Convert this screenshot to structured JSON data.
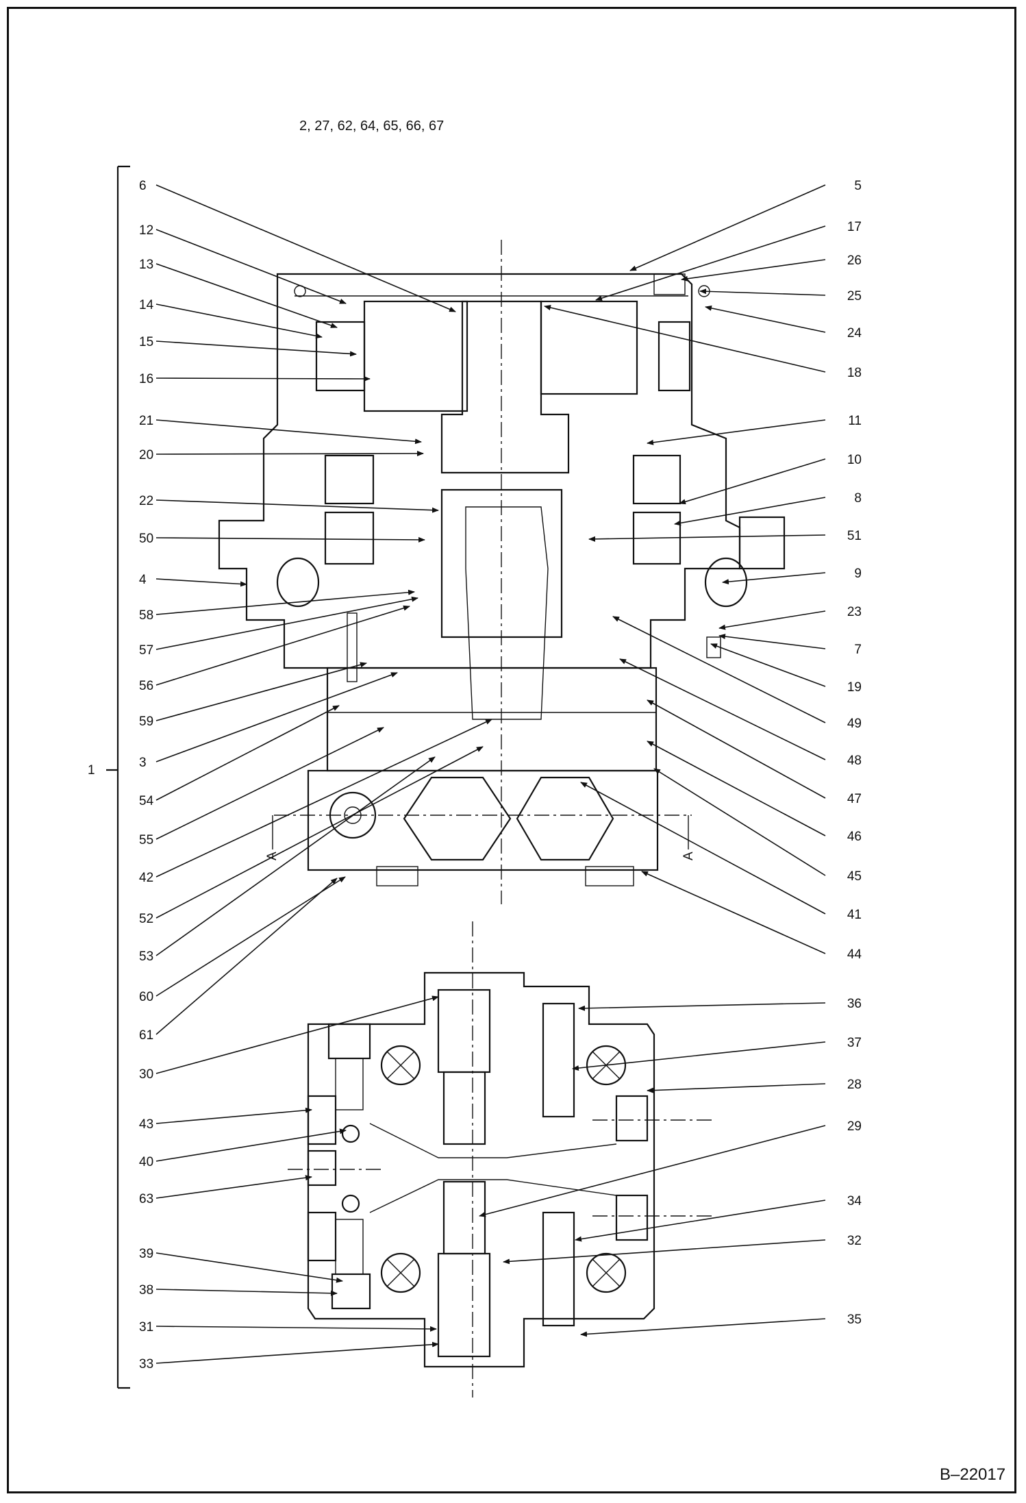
{
  "header_parts": "2, 27, 62, 64, 65, 66, 67",
  "bracket_label": "1",
  "section_mark": "A",
  "drawing_number": "B–22017",
  "callouts_left": [
    "6",
    "12",
    "13",
    "14",
    "15",
    "16",
    "21",
    "20",
    "22",
    "50",
    "4",
    "58",
    "57",
    "56",
    "59",
    "3",
    "54",
    "55",
    "42",
    "52",
    "53",
    "60",
    "61",
    "30",
    "43",
    "40",
    "63",
    "39",
    "38",
    "31",
    "33"
  ],
  "callouts_right": [
    "5",
    "17",
    "26",
    "25",
    "24",
    "18",
    "11",
    "10",
    "8",
    "51",
    "9",
    "23",
    "7",
    "19",
    "49",
    "48",
    "47",
    "46",
    "45",
    "41",
    "44",
    "36",
    "37",
    "28",
    "29",
    "34",
    "32",
    "35"
  ]
}
